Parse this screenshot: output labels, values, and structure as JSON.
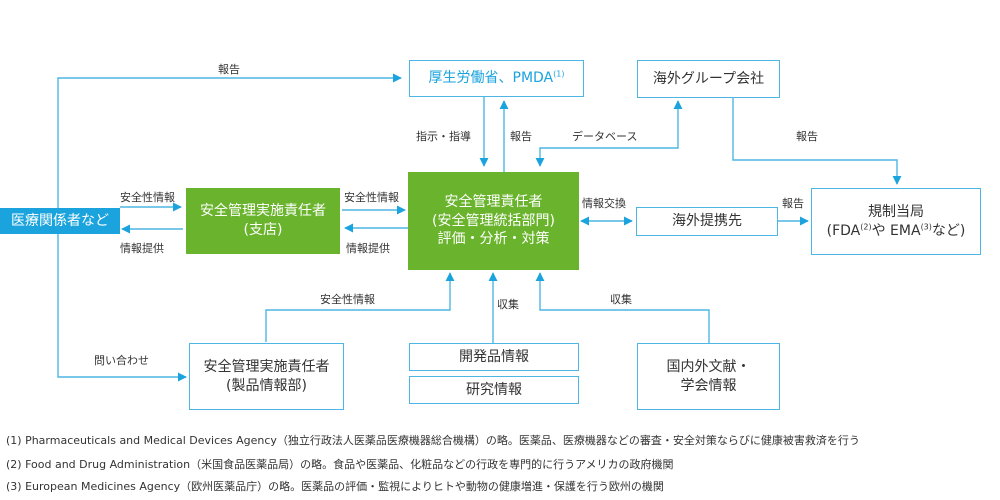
{
  "colors": {
    "accent_blue": "#1aa3dd",
    "line_blue": "#4db6e4",
    "green": "#6ab42d",
    "text": "#333333"
  },
  "nodes": {
    "mhlw": {
      "title": "厚生労働省、PMDA",
      "note_mark": "(1)"
    },
    "overseas_group": {
      "title": "海外グループ会社"
    },
    "regulators": {
      "line1": "規制当局",
      "line2_pre": "(FDA",
      "mark2": "(2)",
      "line2_mid": "や EMA",
      "mark3": "(3)",
      "line2_post": "など)"
    },
    "medical": {
      "title": "医療関係者など"
    },
    "branch": {
      "line1": "安全管理実施責任者",
      "line2": "(支店)"
    },
    "central": {
      "line1": "安全管理責任者",
      "line2": "(安全管理統括部門)",
      "line3": "評価・分析・対策"
    },
    "partner": {
      "title": "海外提携先"
    },
    "product_dept": {
      "line1": "安全管理実施責任者",
      "line2": "(製品情報部)"
    },
    "dev_info": {
      "title": "開発品情報"
    },
    "research_info": {
      "title": "研究情報"
    },
    "literature": {
      "line1": "国内外文献・",
      "line2": "学会情報"
    }
  },
  "edge_labels": {
    "report_top": "報告",
    "instruction": "指示・指導",
    "report_up": "報告",
    "database": "データベース",
    "report_group": "報告",
    "safety_info_left": "安全性情報",
    "info_provide_left": "情報提供",
    "safety_info_mid": "安全性情報",
    "info_provide_mid": "情報提供",
    "info_exchange": "情報交換",
    "report_right": "報告",
    "safety_info_bottom": "安全性情報",
    "collect_mid": "収集",
    "collect_right": "収集",
    "inquiry": "問い合わせ"
  },
  "footnotes": [
    "(1) Pharmaceuticals and Medical Devices Agency（独立行政法人医薬品医療機器総合機構）の略。医薬品、医療機器などの審査・安全対策ならびに健康被害救済を行う",
    "(2) Food and Drug Administration（米国食品医薬品局）の略。食品や医薬品、化粧品などの行政を専門的に行うアメリカの政府機関",
    "(3) European Medicines Agency（欧州医薬品庁）の略。医薬品の評価・監視によりヒトや動物の健康増進・保護を行う欧州の機関"
  ]
}
